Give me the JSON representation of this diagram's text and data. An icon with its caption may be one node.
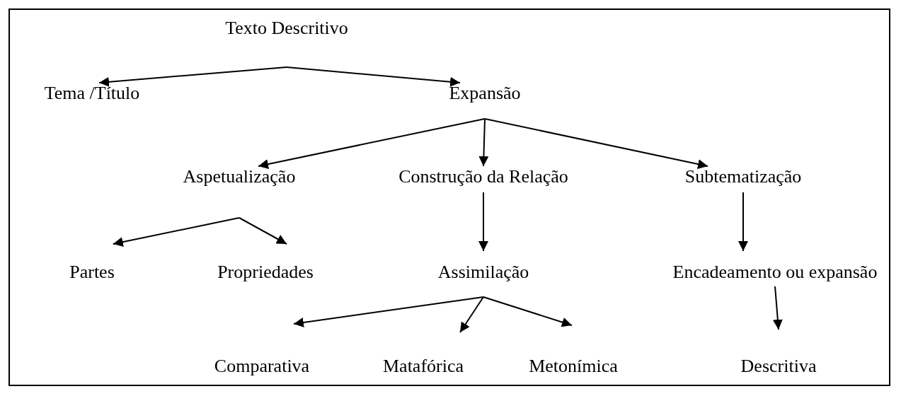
{
  "diagram": {
    "nodes": [
      {
        "text": [
          "Texto Descritivo"
        ]
      },
      {
        "text": [
          "Tema /Título"
        ]
      },
      {
        "text": [
          "Expansão"
        ]
      },
      {
        "text": [
          "Aspetualização"
        ]
      },
      {
        "text": [
          "Construção da Relação"
        ]
      },
      {
        "text": [
          "Subtematização"
        ]
      },
      {
        "text": [
          "Partes"
        ]
      },
      {
        "text": [
          "Propriedades"
        ]
      },
      {
        "text": [
          "Assimilação"
        ]
      },
      {
        "text": [
          "Encadeamento ou expansão"
        ]
      },
      {
        "text": [
          "Comparativa"
        ]
      },
      {
        "text": [
          "Matafórica"
        ]
      },
      {
        "text": [
          "Metonímica"
        ]
      },
      {
        "text": [
          "Descritiva"
        ]
      }
    ],
    "edges": [
      {
        "from": 0,
        "to": 1,
        "arrow": "to"
      },
      {
        "from": 0,
        "to": 2,
        "arrow": "to"
      },
      {
        "from": 2,
        "to": 3,
        "arrow": "to"
      },
      {
        "from": 2,
        "to": 4,
        "arrow": "to"
      },
      {
        "from": 2,
        "to": 5,
        "arrow": "to"
      },
      {
        "from": 3,
        "to": 6,
        "arrow": "to"
      },
      {
        "from": 3,
        "to": 7,
        "arrow": "to"
      },
      {
        "from": 4,
        "to": 8,
        "arrow": "to"
      },
      {
        "from": 5,
        "to": 9,
        "arrow": "to"
      },
      {
        "from": 8,
        "to": 10,
        "arrow": "to"
      },
      {
        "from": 8,
        "to": 11,
        "arrow": "to"
      },
      {
        "from": 8,
        "to": 12,
        "arrow": "to"
      },
      {
        "from": 9,
        "to": 13,
        "arrow": "to"
      }
    ]
  }
}
